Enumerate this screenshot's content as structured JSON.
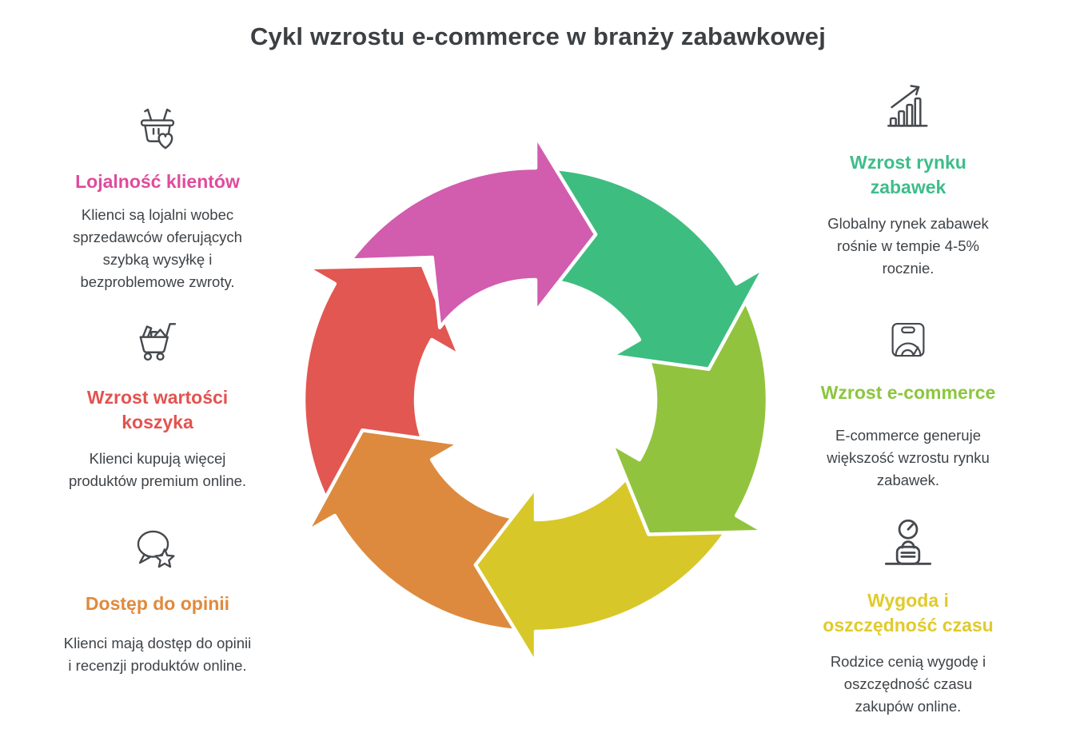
{
  "title": "Cykl wzrostu e-commerce w branży zabawkowej",
  "colors": {
    "title_text": "#3c4043",
    "body_text": "#3f4347",
    "icon_stroke": "#46494d",
    "background": "#ffffff"
  },
  "features": {
    "left": [
      {
        "heading": "Lojalność klientów",
        "body": "Klienci są lojalni wobec sprzedawców oferujących szybką wysyłkę i bezproblemowe zwroty.",
        "color": "#e04b9d",
        "icon": "basket-heart-icon"
      },
      {
        "heading": "Wzrost wartości koszyka",
        "body": "Klienci kupują więcej produktów premium online.",
        "color": "#e25350",
        "icon": "shopping-cart-icon"
      },
      {
        "heading": "Dostęp do opinii",
        "body": "Klienci mają dostęp do opinii i recenzji produktów online.",
        "color": "#e1893c",
        "icon": "speech-bubble-star-icon"
      }
    ],
    "right": [
      {
        "heading": "Wzrost rynku zabawek",
        "body": "Globalny rynek zabawek rośnie w tempie 4-5% rocznie.",
        "color": "#3ebd8a",
        "icon": "bar-chart-arrow-icon"
      },
      {
        "heading": "Wzrost e-commerce",
        "body": "E-commerce generuje większość wzrostu rynku zabawek.",
        "color": "#8bc63e",
        "icon": "scale-icon"
      },
      {
        "heading": "Wygoda i oszczędność czasu",
        "body": "Rodzice cenią wygodę i oszczędność czasu zakupów online.",
        "color": "#e0cb2b",
        "icon": "time-briefcase-icon"
      }
    ]
  },
  "cycle": {
    "description": "Six curved arrows forming a clockwise growth cycle",
    "segments": [
      {
        "name": "loyalty",
        "color": "#d25cae"
      },
      {
        "name": "toy-market-growth",
        "color": "#3ebd81"
      },
      {
        "name": "ecommerce-growth",
        "color": "#92c33e"
      },
      {
        "name": "convenience-time-saving",
        "color": "#d8c728"
      },
      {
        "name": "access-to-reviews",
        "color": "#dd8a3e"
      },
      {
        "name": "basket-value-growth",
        "color": "#e25751"
      }
    ]
  }
}
